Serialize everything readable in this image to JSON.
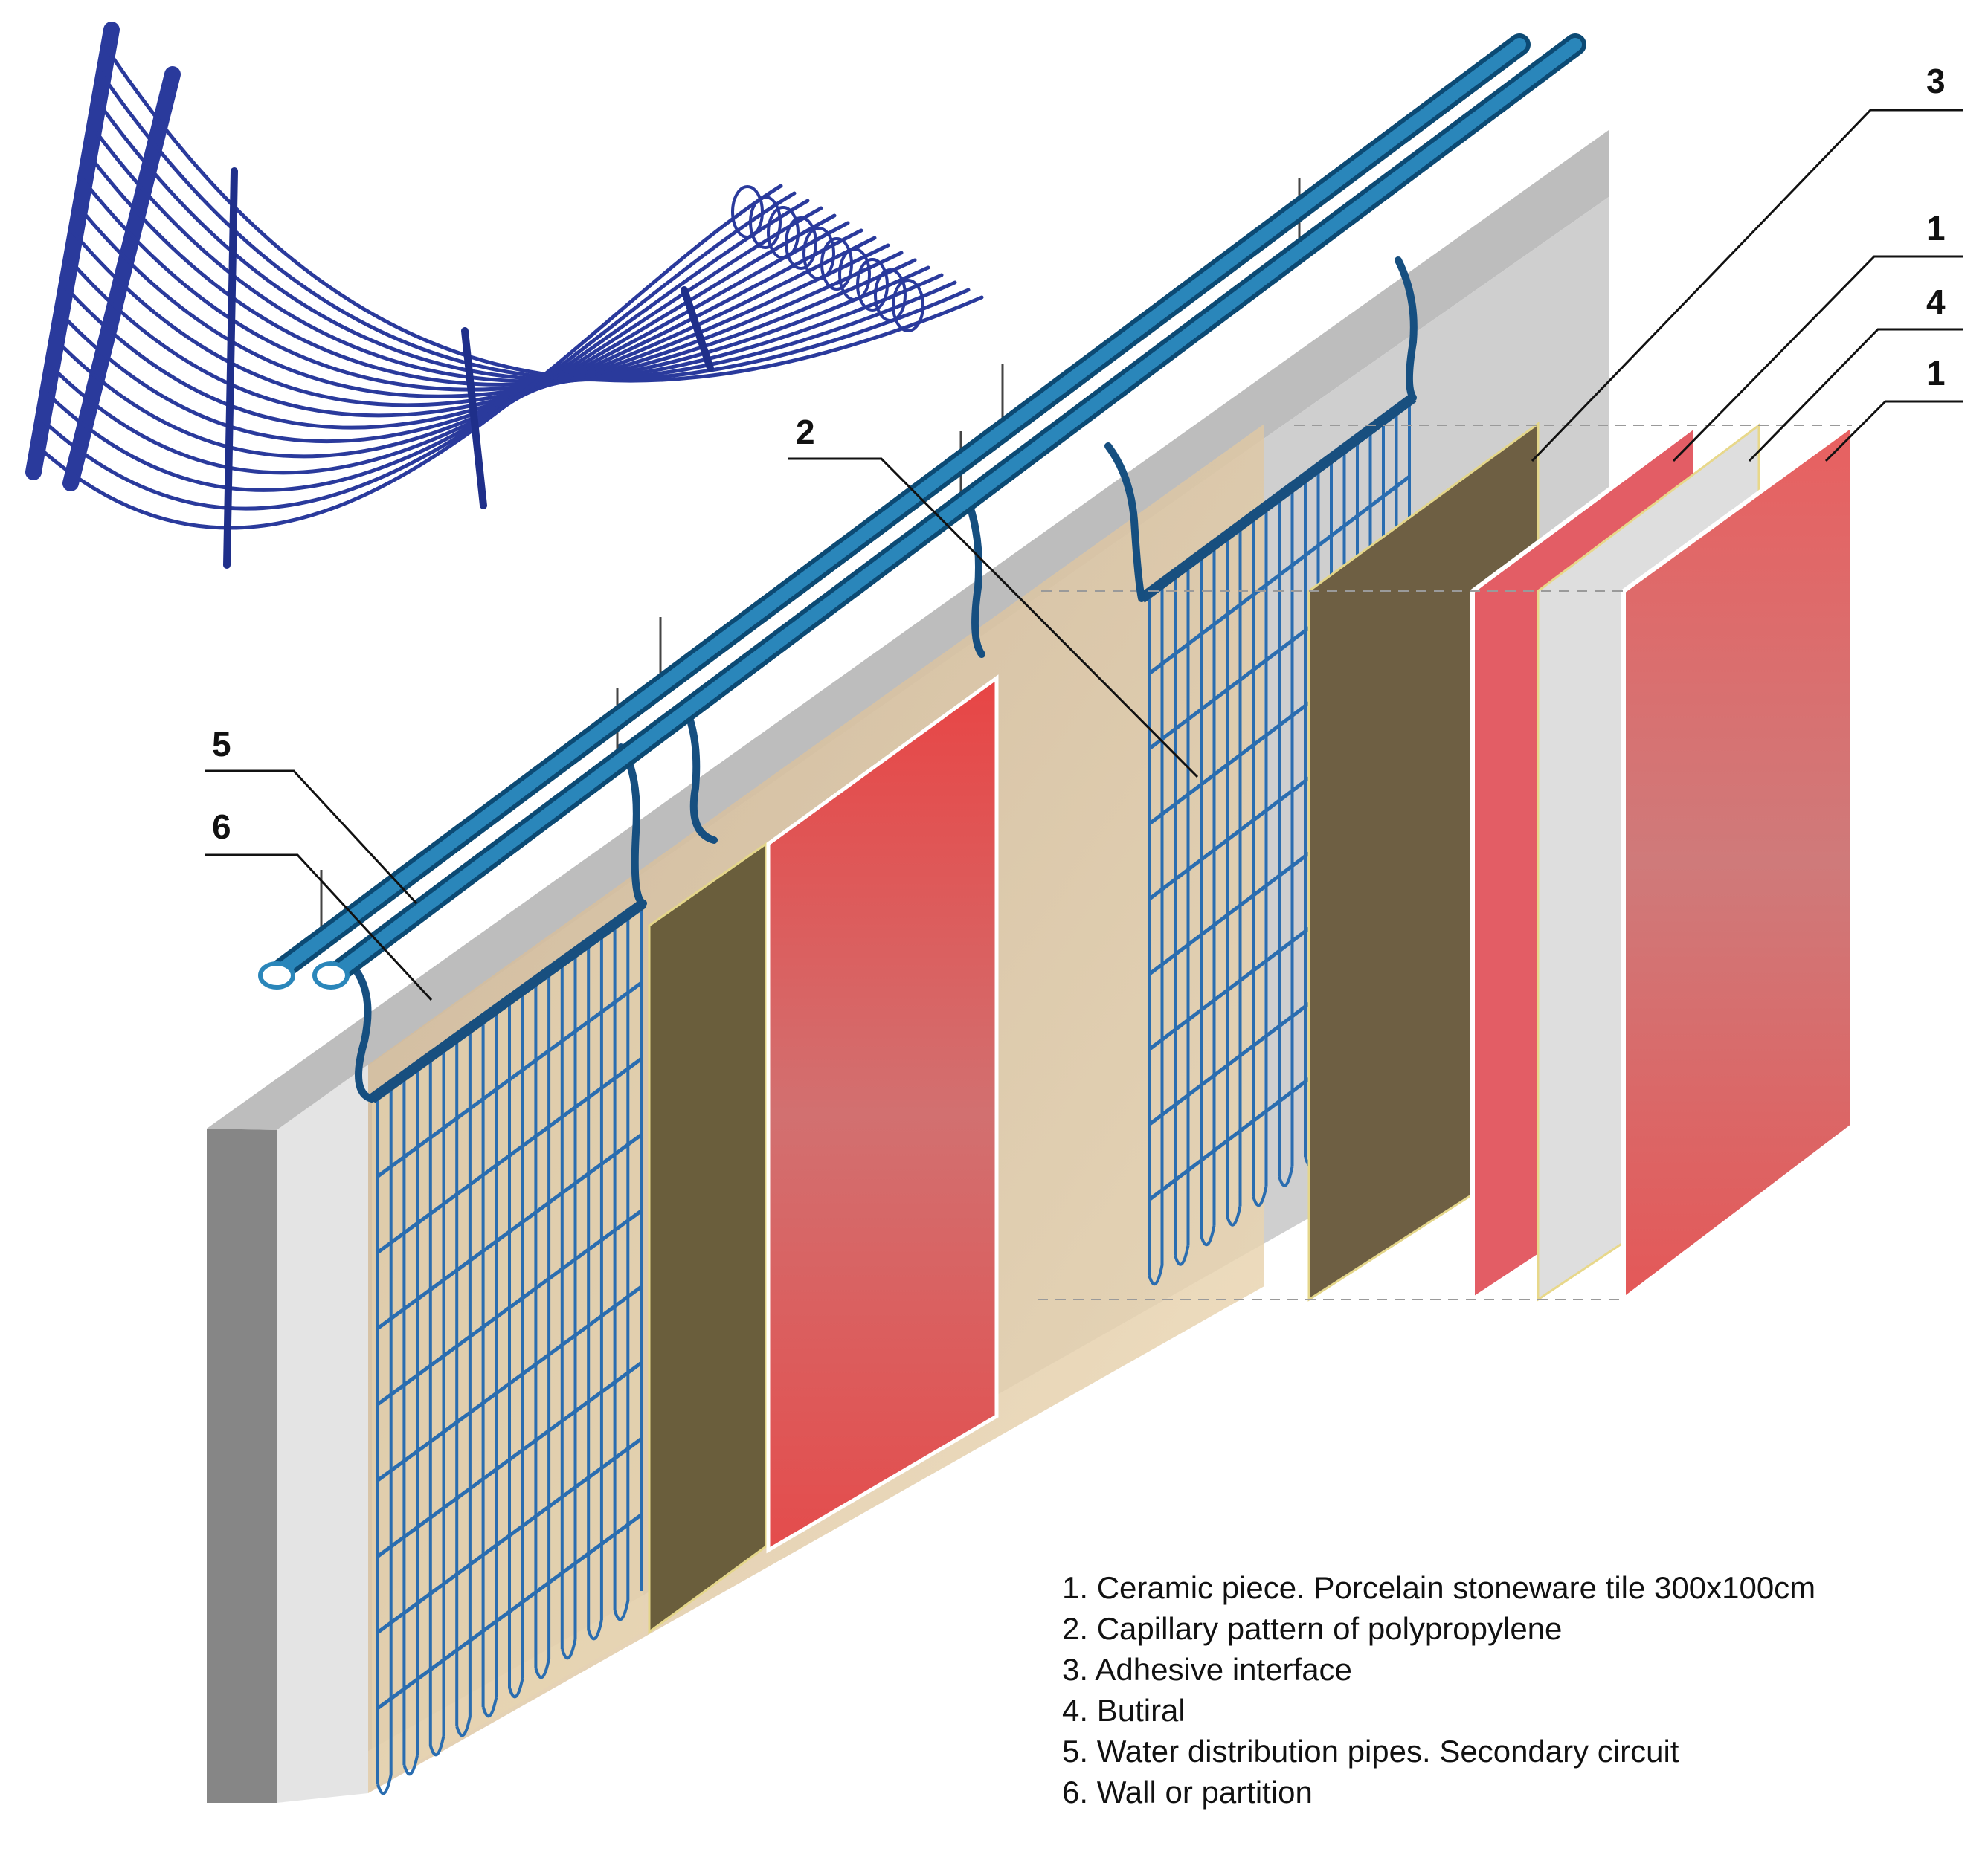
{
  "callouts": [
    {
      "id": "3",
      "label": "3"
    },
    {
      "id": "1a",
      "label": "1"
    },
    {
      "id": "4",
      "label": "4"
    },
    {
      "id": "1b",
      "label": "1"
    },
    {
      "id": "2",
      "label": "2"
    },
    {
      "id": "5",
      "label": "5"
    },
    {
      "id": "6",
      "label": "6"
    }
  ],
  "legend": [
    "1. Ceramic piece. Porcelain stoneware tile 300x100cm",
    "2. Capillary pattern of polypropylene",
    "3. Adhesive interface",
    "4. Butiral",
    "5. Water distribution pipes. Secondary circuit",
    "6. Wall or partition"
  ],
  "colors": {
    "wall_front": "#8a8a8a",
    "wall_top": "#b9b9b9",
    "wall_face": "#d6d6d6",
    "pipe": "#1d6f9f",
    "pipe_dark": "#0f4f7a",
    "mesh": "#2b6fb0",
    "mesh_detail": "#2a3a9c",
    "adhesive": "#6c5f3e",
    "tile_red": "#e25a5a",
    "butiral": "#dcdcdc",
    "beige": "#e9d7b5"
  }
}
